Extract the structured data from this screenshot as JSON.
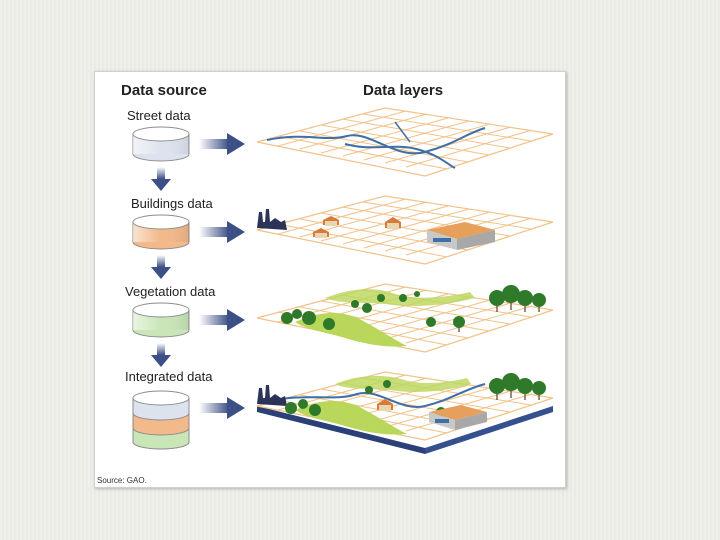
{
  "headers": {
    "data_source": "Data source",
    "data_layers": "Data layers"
  },
  "sources": [
    {
      "label": "Street data",
      "fill": "#dde3ee"
    },
    {
      "label": "Buildings data",
      "fill": "#f2b98a"
    },
    {
      "label": "Vegetation data",
      "fill": "#c8e6b8"
    },
    {
      "label": "Integrated data",
      "fill": "#dde3ee"
    }
  ],
  "source_note": "Source: GAO.",
  "colors": {
    "grid": "#f2c28a",
    "street": "#3e6fa6",
    "arrow": "#3c4f86",
    "building_roof": "#d87a3a",
    "vegetation_dark": "#2f7a2a",
    "vegetation_light": "#b9d75a",
    "base": "#34508f"
  }
}
